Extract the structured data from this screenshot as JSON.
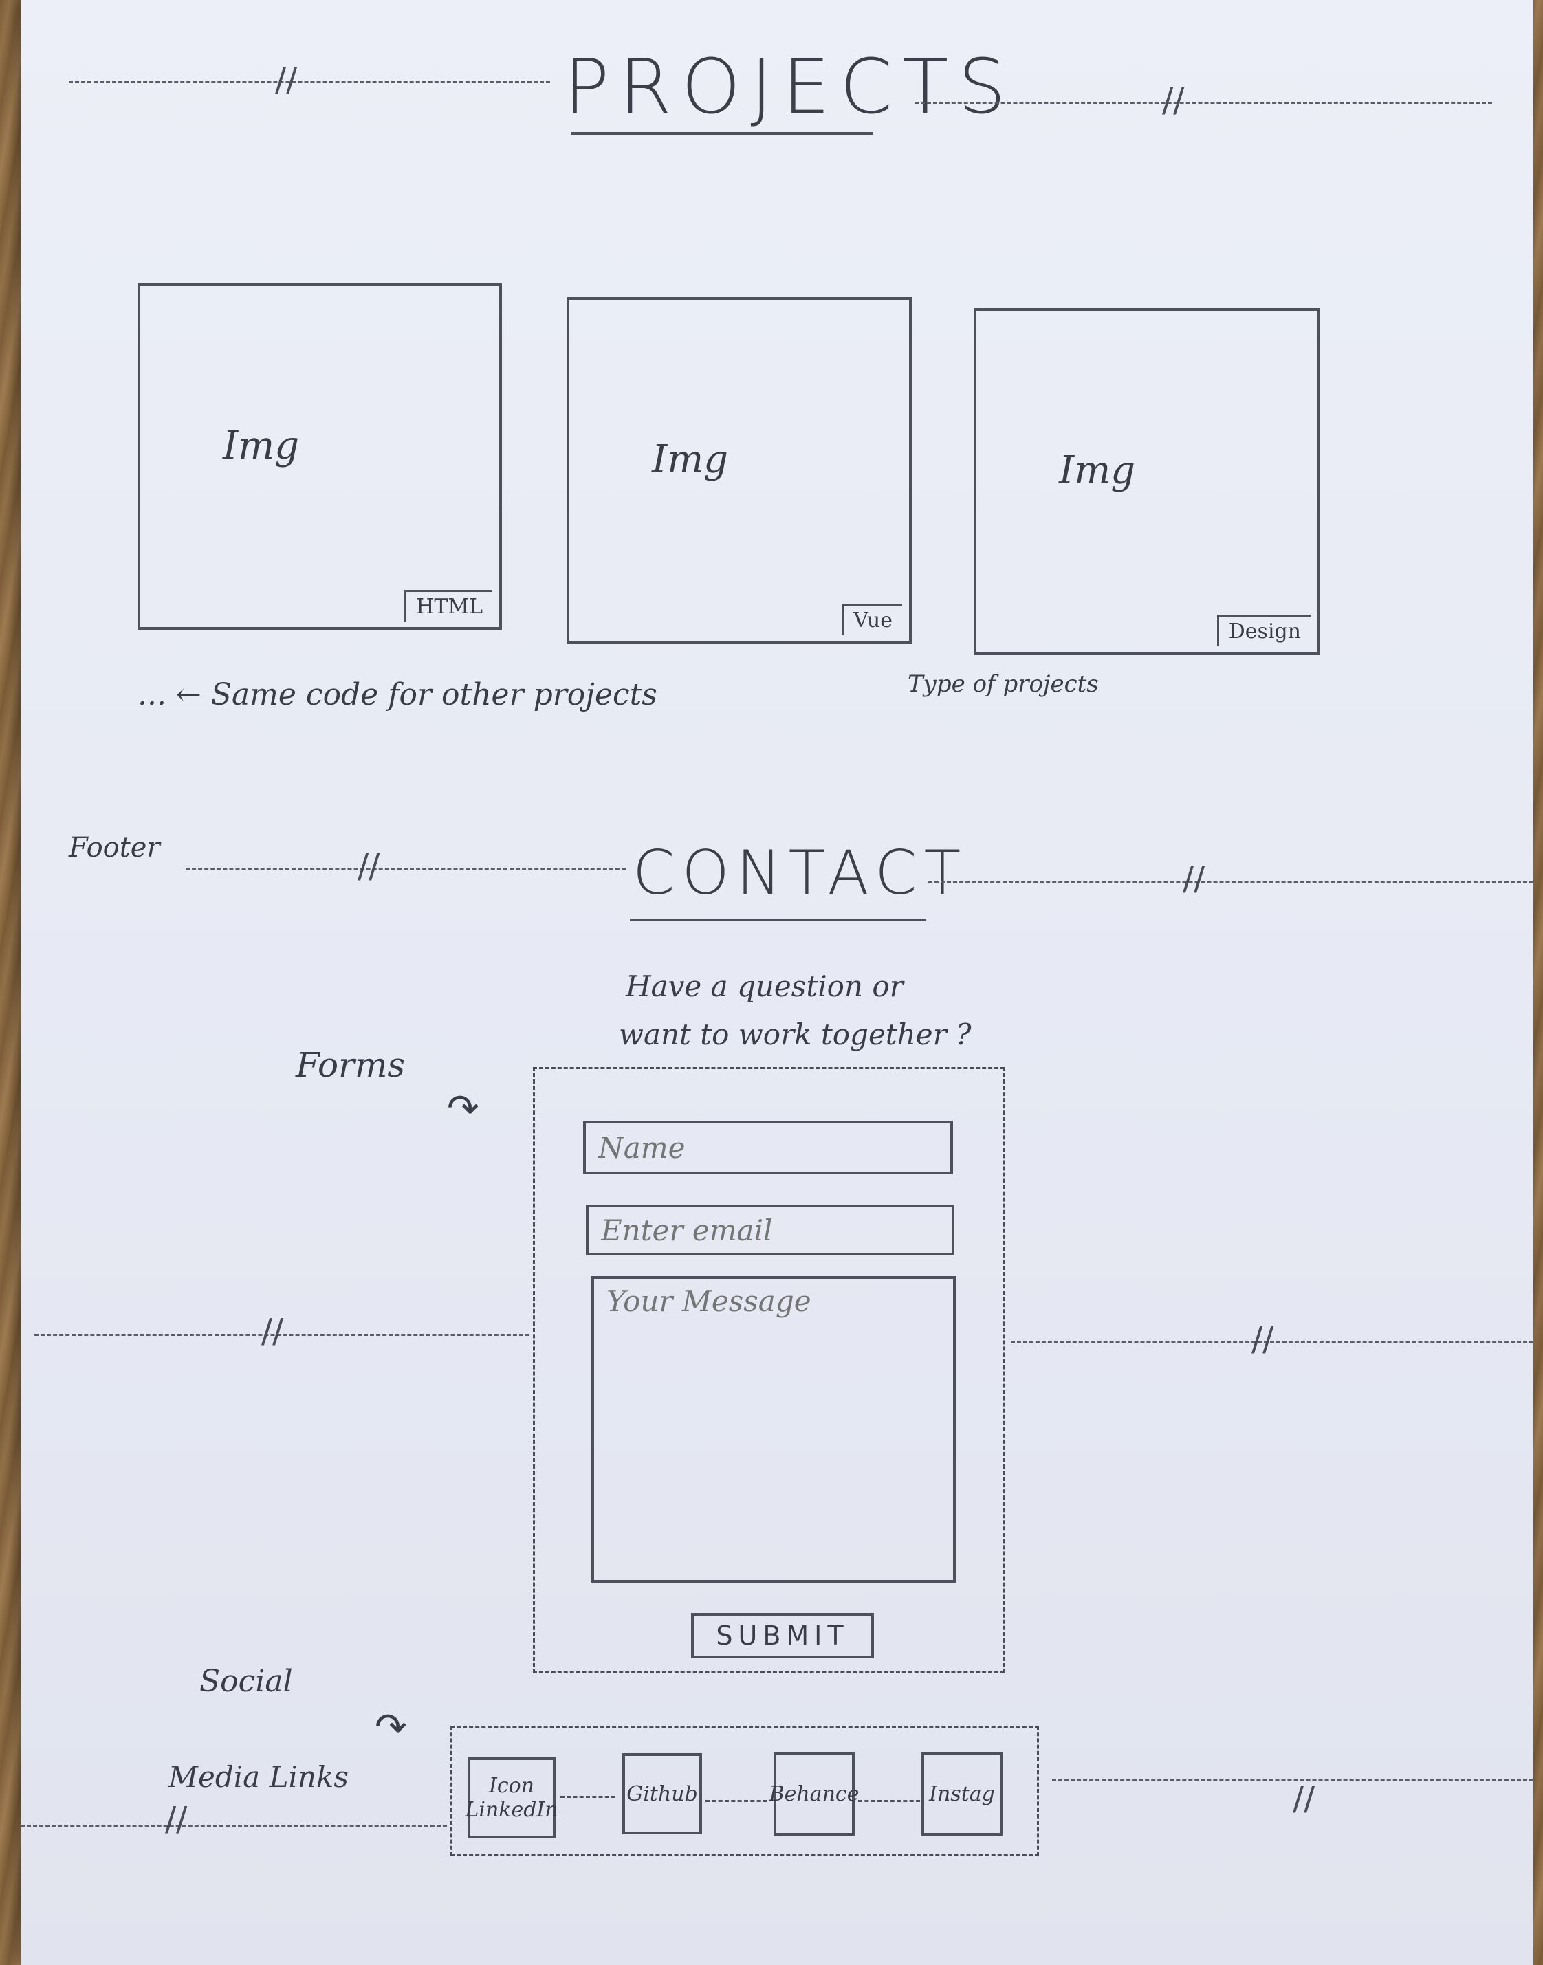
{
  "projects": {
    "title": "PROJECTS",
    "cards": [
      {
        "image_label": "Img",
        "type_label": "HTML"
      },
      {
        "image_label": "Img",
        "type_label": "Vue"
      },
      {
        "image_label": "Img",
        "type_label": "Design"
      }
    ],
    "same_code_note": "... ← Same code for other projects",
    "type_note": "Type of projects"
  },
  "footer_label": "Footer",
  "contact": {
    "title": "CONTACT",
    "question_line1": "Have a question or",
    "question_line2": "want to work together ?",
    "forms_label": "Forms",
    "name_placeholder": "Name",
    "email_placeholder": "Enter email",
    "message_placeholder": "Your Message",
    "submit_label": "SUBMIT"
  },
  "social": {
    "label_line1": "Social",
    "label_line2": "Media Links",
    "items": [
      {
        "line1": "Icon",
        "line2": "LinkedIn"
      },
      {
        "line1": "Github",
        "line2": ""
      },
      {
        "line1": "Behance",
        "line2": ""
      },
      {
        "line1": "Instag",
        "line2": ""
      }
    ]
  }
}
